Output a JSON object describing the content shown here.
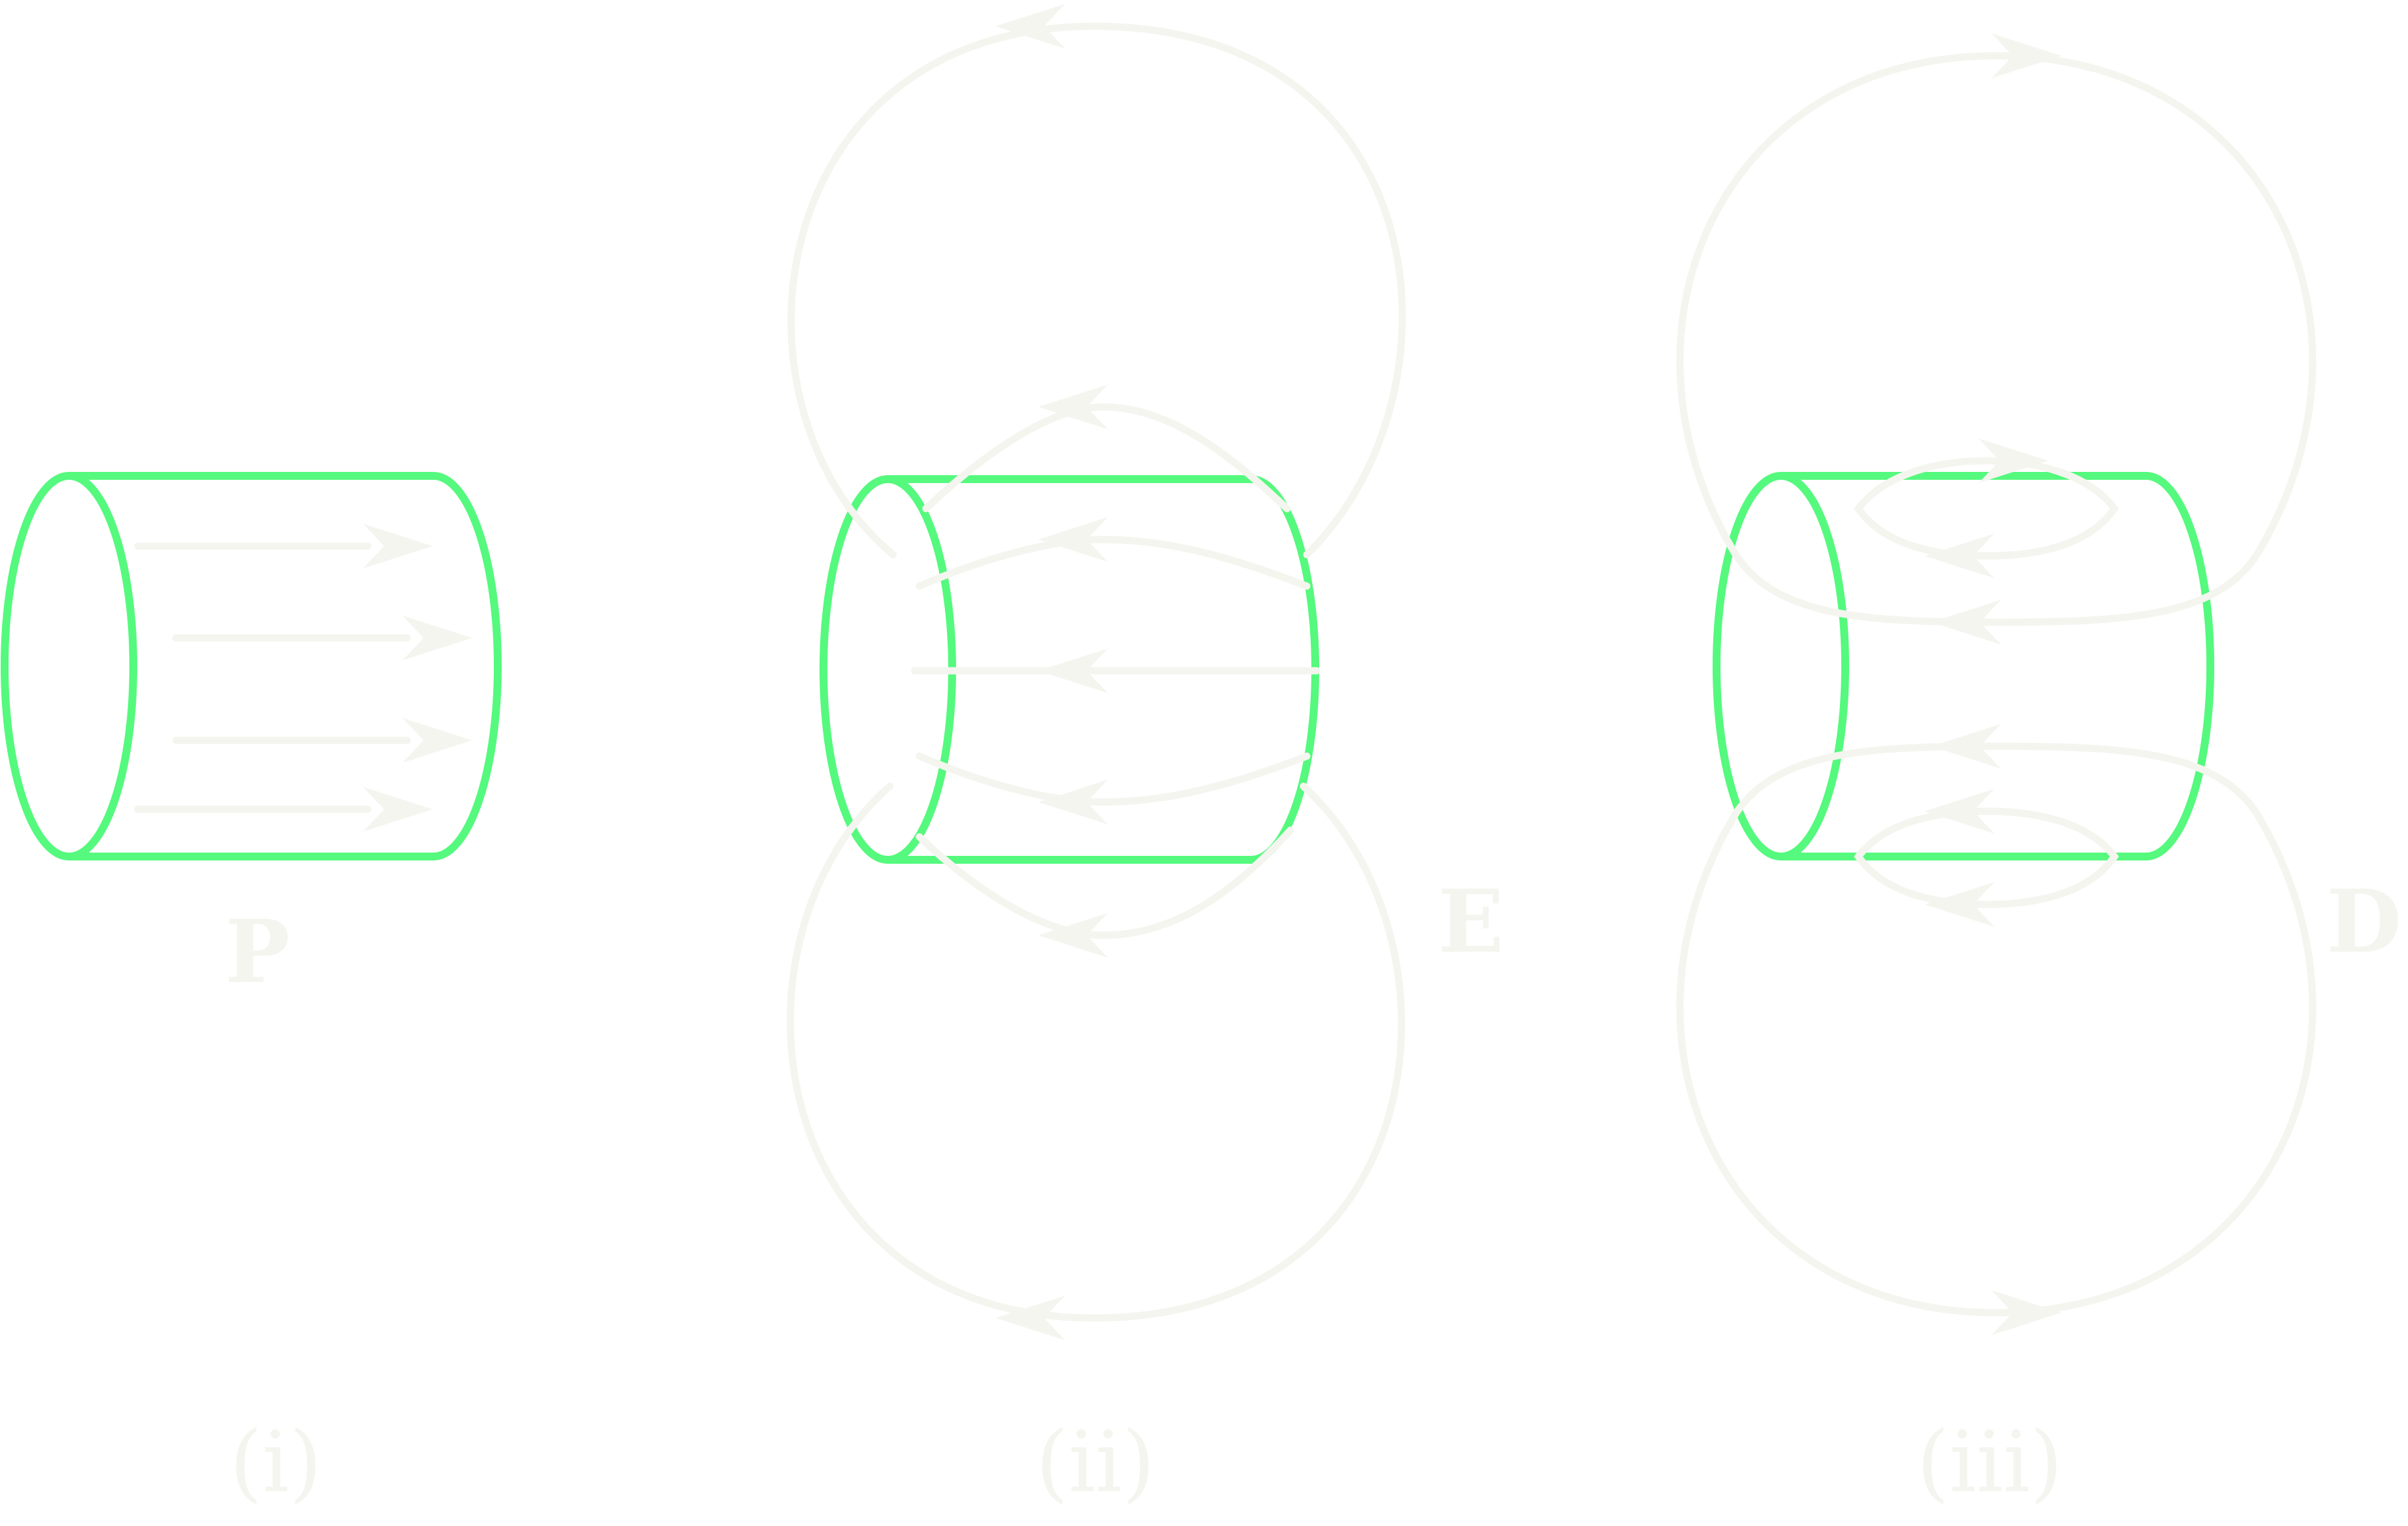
{
  "panels": [
    {
      "label": "P",
      "caption": "(i)"
    },
    {
      "label": "E",
      "caption": "(ii)"
    },
    {
      "label": "D",
      "caption": "(iii)"
    }
  ],
  "colors": {
    "cylinder": "#55f97d",
    "field_lines": "#f4f5ef",
    "background": "#ffffff"
  }
}
